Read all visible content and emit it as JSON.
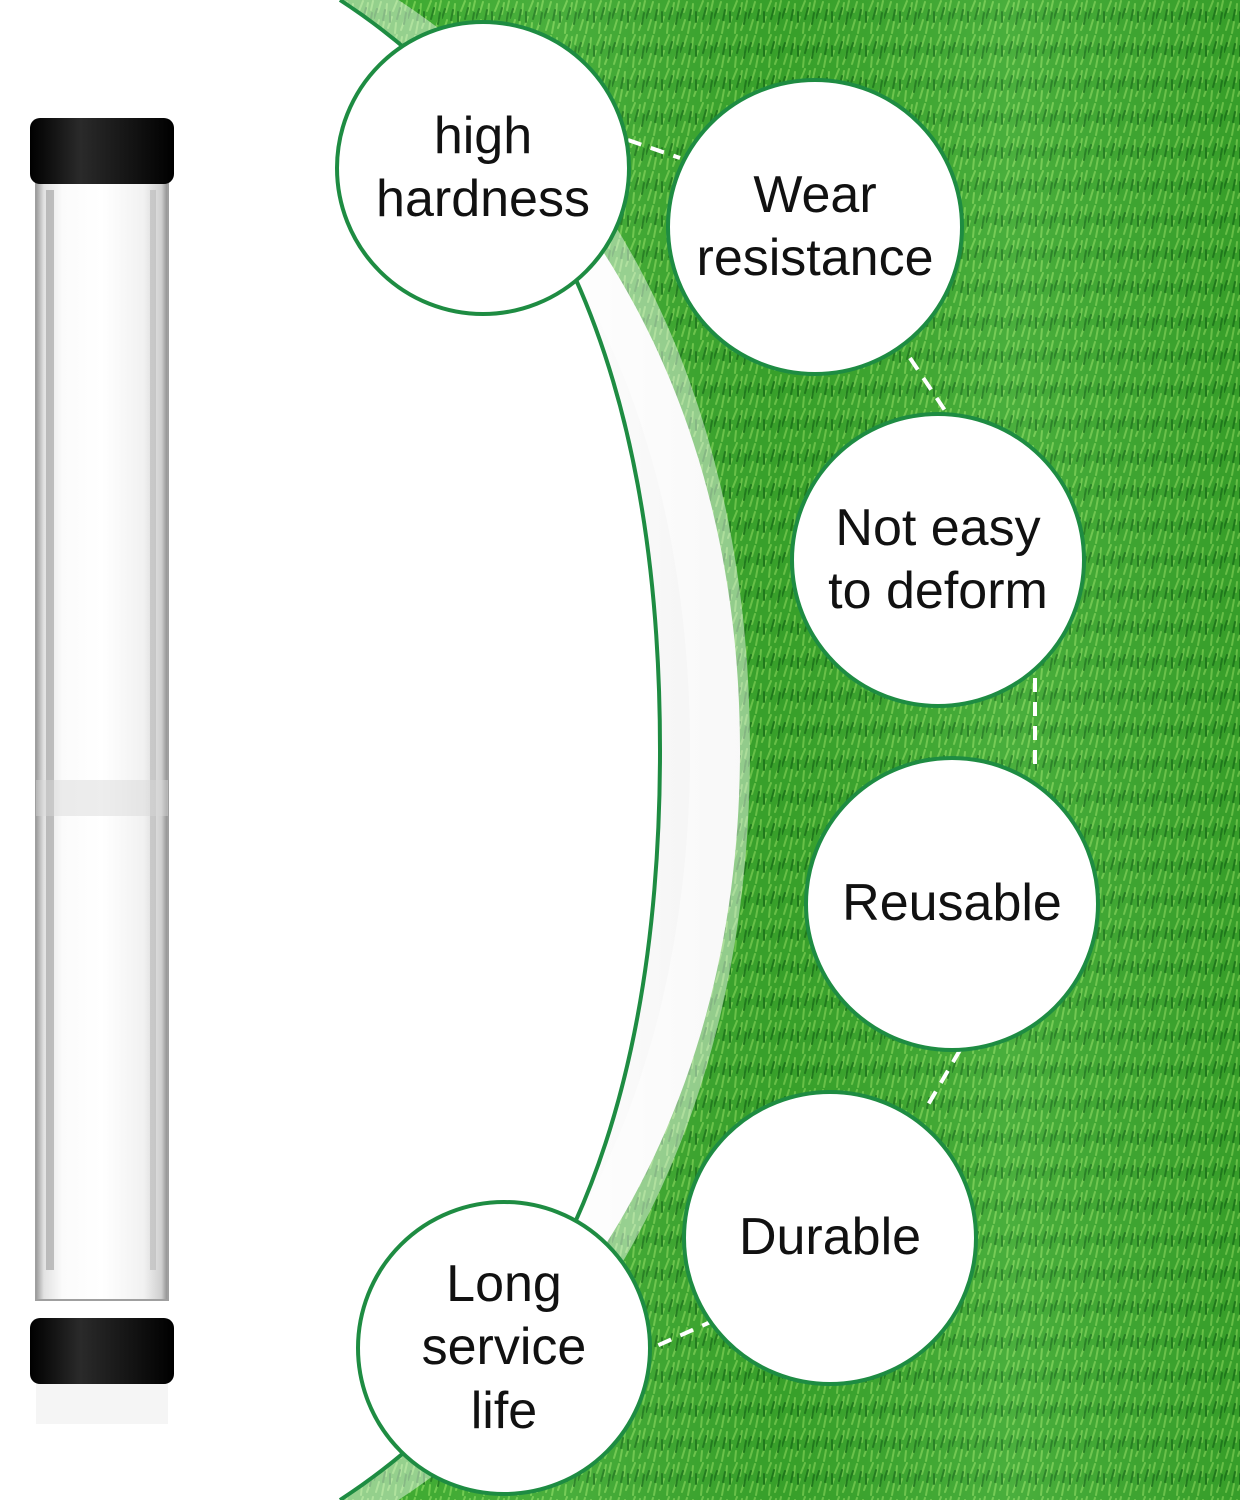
{
  "colors": {
    "background": "#ffffff",
    "grass_dark": "#1e8c22",
    "grass_mid": "#3fae2e",
    "grass_light": "#7fd04a",
    "circle_border": "#1e8c42",
    "tube_cap": "#111111",
    "connector": "#ffffff"
  },
  "features": [
    {
      "id": "high-hardness",
      "label": "high\nhardness"
    },
    {
      "id": "wear-resistance",
      "label": "Wear\nresistance"
    },
    {
      "id": "not-easy-to-deform",
      "label": "Not easy\nto deform"
    },
    {
      "id": "reusable",
      "label": "Reusable"
    },
    {
      "id": "durable",
      "label": "Durable"
    },
    {
      "id": "long-service-life",
      "label": "Long\nservice\nlife"
    }
  ]
}
